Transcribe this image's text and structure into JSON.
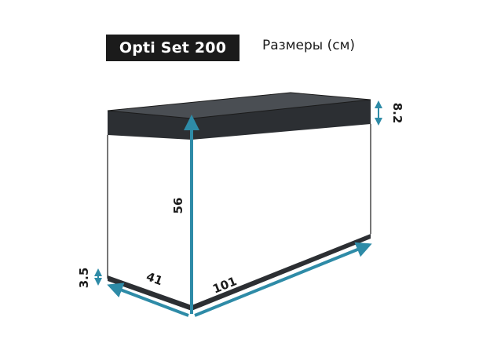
{
  "header": {
    "product_name": "Opti Set 200",
    "caption": "Размеры (см)"
  },
  "dimensions": {
    "height": "56",
    "width": "101",
    "depth": "41",
    "lid_height": "8.2",
    "base_height": "3.5"
  },
  "colors": {
    "lid": "#2c2f33",
    "outline": "#1b1b1b",
    "arrow": "#2e8ba7",
    "badge_bg": "#1b1b1b"
  }
}
